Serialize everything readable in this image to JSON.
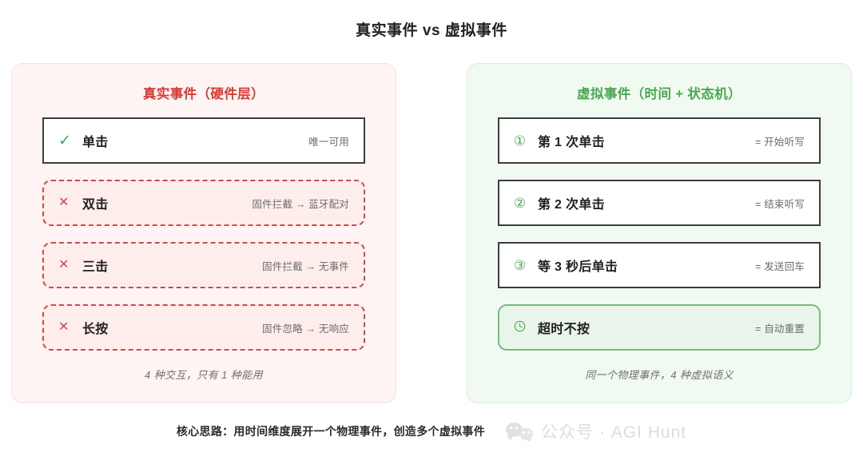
{
  "title": "真实事件 vs 虚拟事件",
  "panels": {
    "real": {
      "title": "真实事件（硬件层）",
      "note": "4 种交互，只有 1 种能用",
      "items": [
        {
          "icon": "check-icon",
          "glyph": "✓",
          "label": "单击",
          "note": "唯一可用",
          "style": "solid"
        },
        {
          "icon": "cross-icon",
          "glyph": "✕",
          "label": "双击",
          "note": "固件拦截 → 蓝牙配对",
          "style": "dashed"
        },
        {
          "icon": "cross-icon",
          "glyph": "✕",
          "label": "三击",
          "note": "固件拦截 → 无事件",
          "style": "dashed"
        },
        {
          "icon": "cross-icon",
          "glyph": "✕",
          "label": "长按",
          "note": "固件忽略 → 无响应",
          "style": "dashed"
        }
      ]
    },
    "virtual": {
      "title": "虚拟事件（时间 + 状态机）",
      "note": "同一个物理事件，4 种虚拟语义",
      "items": [
        {
          "icon": "number-one-icon",
          "glyph": "①",
          "label": "第 1 次单击",
          "note": "= 开始听写",
          "style": "solid"
        },
        {
          "icon": "number-two-icon",
          "glyph": "②",
          "label": "第 2 次单击",
          "note": "= 结束听写",
          "style": "solid"
        },
        {
          "icon": "number-three-icon",
          "glyph": "③",
          "label": "等 3 秒后单击",
          "note": "= 发送回车",
          "style": "solid"
        },
        {
          "icon": "clock-icon",
          "glyph": "🕐",
          "label": "超时不按",
          "note": "= 自动重置",
          "style": "green-fill"
        }
      ]
    }
  },
  "bottom": {
    "text": "核心思路：用时间维度展开一个物理事件，创造多个虚拟事件",
    "watermark": "公众号 · AGI Hunt"
  },
  "colors": {
    "real_accent": "#d93a36",
    "virtual_accent": "#4aa851",
    "real_panel_bg": "#fdf4f3",
    "virtual_panel_bg": "#f1faf1",
    "card_border": "#3d3d3d"
  }
}
